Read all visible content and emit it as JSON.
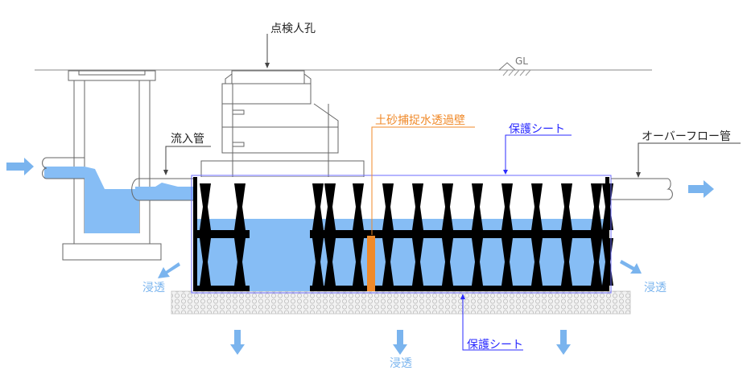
{
  "labels": {
    "manhole": "点検人孔",
    "gl": "GL",
    "inflow_pipe": "流入管",
    "sediment_wall": "土砂捕捉水透過壁",
    "protect_sheet_top": "保護シート",
    "overflow_pipe": "オーバーフロー管",
    "protect_sheet_bottom": "保護シート",
    "infiltration_left": "浸透",
    "infiltration_right": "浸透",
    "infiltration_bottom": "浸透"
  },
  "colors": {
    "water": "#86bdf5",
    "arrow": "#7ab4ee",
    "sheet": "#2b2bff",
    "wall": "#f08a2a",
    "module": "#000000",
    "line": "#555555"
  }
}
